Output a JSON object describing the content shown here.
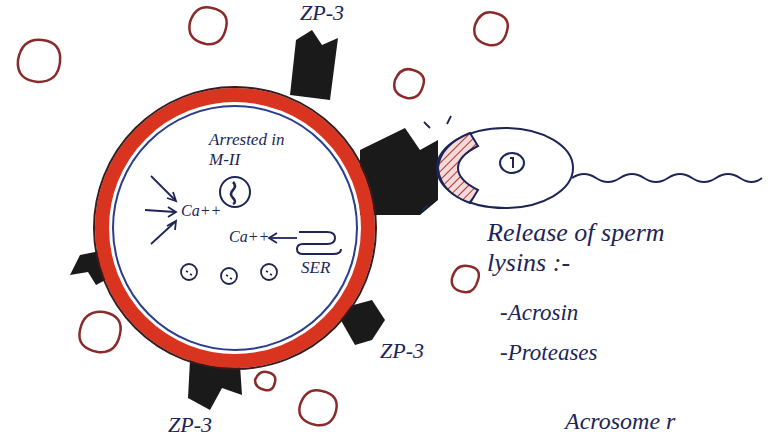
{
  "diagram": {
    "nodes": [
      {
        "text": [
          "Arrested in M-II",
          "Ca++",
          "Ca++",
          "SER"
        ]
      }
    ],
    "labels": [
      "ZP-3",
      "ZP-3",
      "ZP-3",
      "Release of sperm lysins :-",
      "-Acrosin",
      "-Proteases",
      "Acrosome r"
    ]
  }
}
